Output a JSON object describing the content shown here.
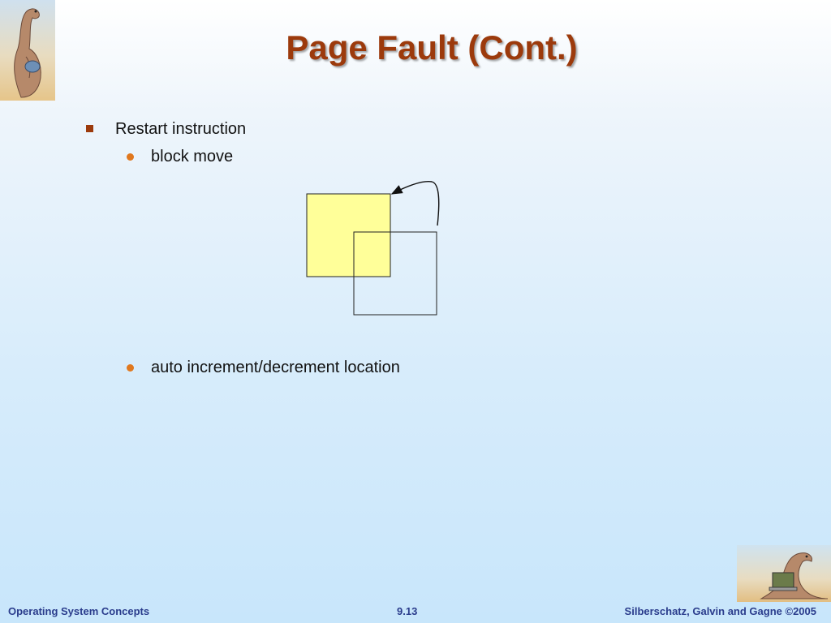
{
  "slide": {
    "title": "Page Fault (Cont.)",
    "bullets": [
      {
        "level": 1,
        "text": "Restart instruction"
      },
      {
        "level": 2,
        "text": "block move"
      },
      {
        "level": 2,
        "text": "auto increment/decrement location"
      }
    ]
  },
  "diagram": {
    "shapes": [
      "filled-square",
      "outlined-square",
      "curved-arrow"
    ],
    "fill_color": "#ffff99"
  },
  "footer": {
    "left": "Operating System Concepts",
    "center": "9.13",
    "right": "Silberschatz, Galvin and Gagne ©2005"
  },
  "colors": {
    "title": "#9c3a0c",
    "bullet_l1": "#9c3a0c",
    "bullet_l2": "#e0781e",
    "footer": "#2a3c8c"
  },
  "icons": [
    "dinosaur-logo-icon",
    "dinosaur-laptop-logo-icon"
  ]
}
